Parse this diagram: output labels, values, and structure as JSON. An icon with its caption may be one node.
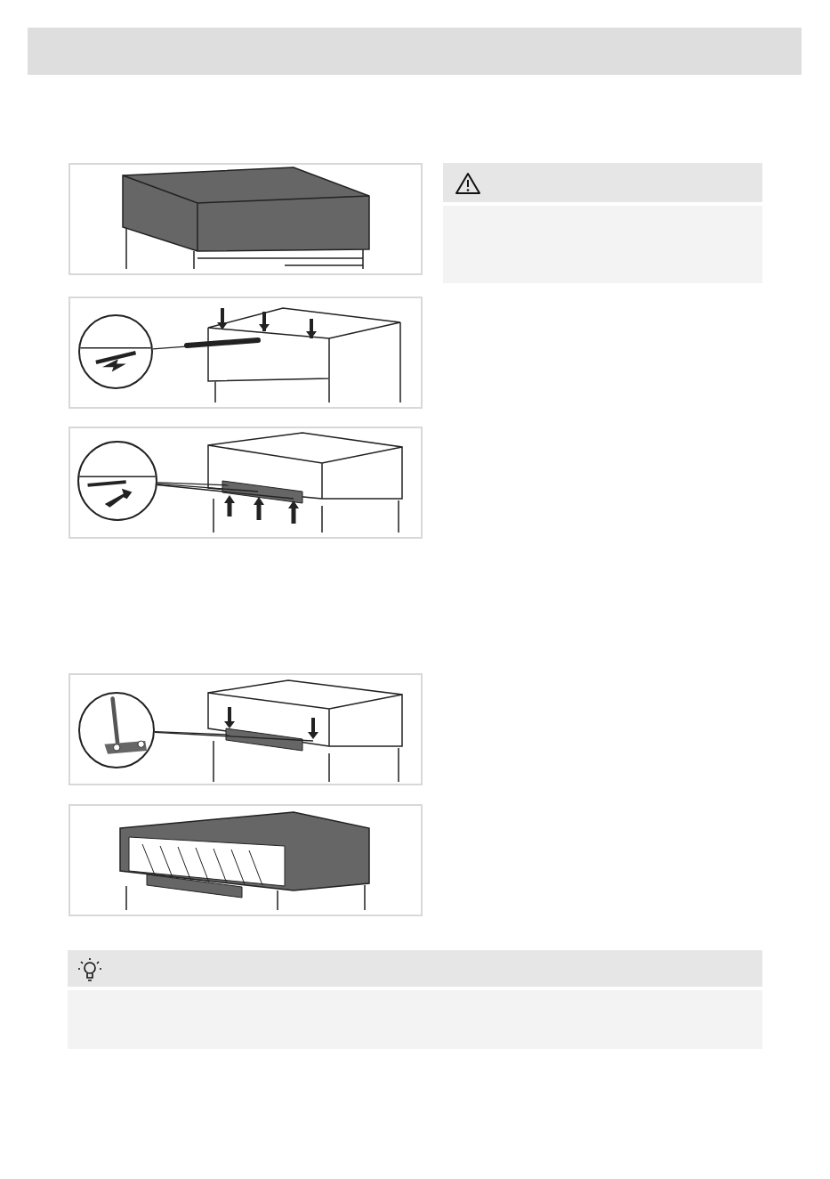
{
  "diagram": {
    "nodes": [
      {
        "text": [],
        "shape": "circle"
      },
      {
        "text": [],
        "shape": "circle"
      },
      {
        "text": [],
        "shape": "circle"
      },
      {
        "text": [],
        "shape": "box"
      },
      {
        "text": [],
        "shape": "box"
      }
    ],
    "edges": [
      {
        "from": 0,
        "to": null,
        "arrow": "none"
      },
      {
        "from": 1,
        "to": null,
        "arrow": "none"
      },
      {
        "from": 1,
        "to": null,
        "arrow": "none"
      },
      {
        "from": 1,
        "to": null,
        "arrow": "none"
      },
      {
        "from": 2,
        "to": null,
        "arrow": "none"
      },
      {
        "from": 2,
        "to": null,
        "arrow": "none"
      }
    ]
  }
}
